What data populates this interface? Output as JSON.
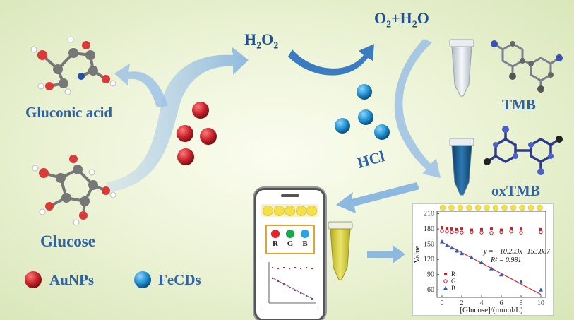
{
  "labels": {
    "gluconic_acid": "Gluconic acid",
    "glucose": "Glucose",
    "h2o2_main": "H",
    "h2o2_sub1": "2",
    "h2o2_o": "O",
    "h2o2_sub2": "2",
    "o2h2o_o": "O",
    "o2h2o_sub": "2",
    "o2h2o_rest": "+H",
    "o2h2o_sub2": "2",
    "o2h2o_end": "O",
    "tmb": "TMB",
    "oxtmb": "oxTMB",
    "hcl": "HCl"
  },
  "legend": {
    "aunps": "AuNPs",
    "fecds": "FeCDs"
  },
  "phone": {
    "rgb_labels": [
      "R",
      "G",
      "B"
    ]
  },
  "colors": {
    "aunp": "#c8232c",
    "fecd": "#1f8fcf",
    "label_blue": "#2f63a8",
    "arrow_blue": "#8db8e0",
    "tube_blue": "#1e5c8f",
    "tube_yellow": "#d8cf3a"
  },
  "chart_data": {
    "type": "scatter",
    "xlabel": "[Glucose]/(mmol/L)",
    "ylabel": "Value",
    "xlim": [
      -0.5,
      10.5
    ],
    "ylim": [
      45,
      215
    ],
    "xticks": [
      0,
      2,
      4,
      6,
      8,
      10
    ],
    "yticks": [
      60,
      90,
      120,
      150,
      180,
      210
    ],
    "legend_position": "bottom-left",
    "series": [
      {
        "name": "R",
        "color": "#c8232c",
        "marker": "square",
        "x": [
          0,
          0.5,
          1,
          1.5,
          2,
          3,
          4,
          5,
          6,
          7,
          8,
          10
        ],
        "y": [
          183,
          181,
          180,
          179,
          180,
          178,
          179,
          180,
          178,
          181,
          180,
          179
        ]
      },
      {
        "name": "G",
        "color": "#c8232c",
        "marker": "circle",
        "x": [
          0,
          0.5,
          1,
          1.5,
          2,
          3,
          4,
          5,
          6,
          7,
          8,
          10
        ],
        "y": [
          176,
          175,
          174,
          175,
          173,
          174,
          173,
          172,
          174,
          175,
          173,
          174
        ]
      },
      {
        "name": "B",
        "color": "#2a5fbf",
        "marker": "triangle",
        "x": [
          0,
          0.5,
          1,
          1.5,
          2,
          3,
          4,
          5,
          6,
          8,
          10
        ],
        "y": [
          155,
          148,
          143,
          137,
          132,
          124,
          114,
          102,
          90,
          76,
          60
        ]
      }
    ],
    "fit_line": {
      "slope": -10.293,
      "intercept": 153.887,
      "color": "#d8262a"
    },
    "annotations": [
      "y = −10.293x+153.887",
      "R² = 0.981"
    ]
  }
}
